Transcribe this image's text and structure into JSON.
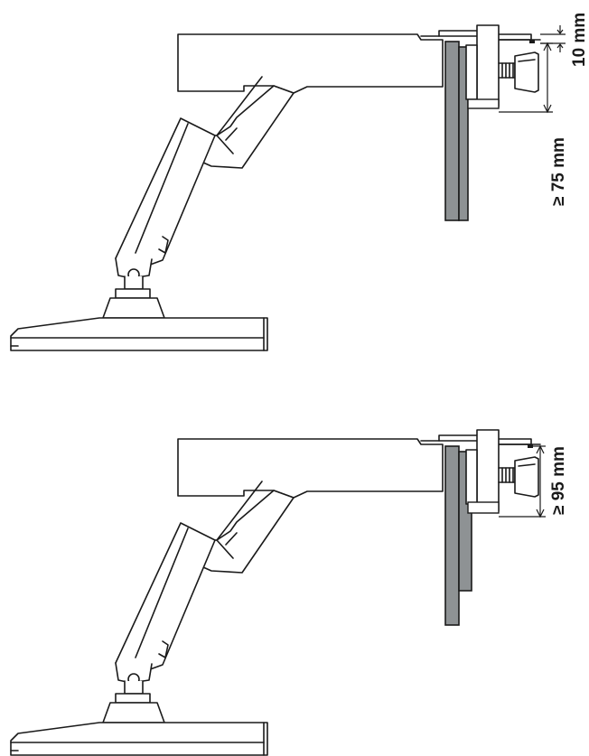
{
  "colors": {
    "line": "#1a1a1a",
    "panel": "#8e9294",
    "background": "#ffffff"
  },
  "dimensions": {
    "upper": {
      "clamp_lip": "10 mm",
      "min_desk_thickness": "≥ 75 mm"
    },
    "lower": {
      "min_desk_thickness": "≥ 95 mm"
    }
  }
}
